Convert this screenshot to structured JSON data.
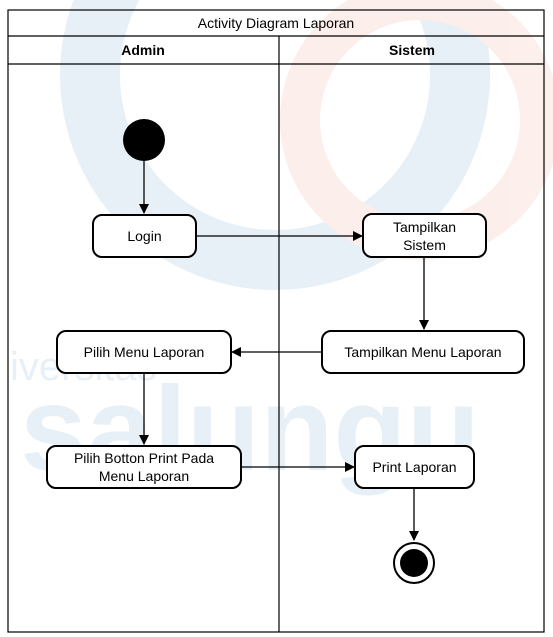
{
  "diagram": {
    "title": "Activity Diagram Laporan",
    "lanes": [
      {
        "id": "admin",
        "label": "Admin"
      },
      {
        "id": "sistem",
        "label": "Sistem"
      }
    ],
    "nodes": [
      {
        "id": "start",
        "kind": "initial",
        "lane": "admin"
      },
      {
        "id": "login",
        "kind": "action",
        "lane": "admin",
        "lines": [
          "Login"
        ]
      },
      {
        "id": "tampilkan-sistem",
        "kind": "action",
        "lane": "sistem",
        "lines": [
          "Tampilkan",
          "Sistem"
        ]
      },
      {
        "id": "tampilkan-menu-laporan",
        "kind": "action",
        "lane": "sistem",
        "lines": [
          "Tampilkan Menu Laporan"
        ]
      },
      {
        "id": "pilih-menu-laporan",
        "kind": "action",
        "lane": "admin",
        "lines": [
          "Pilih Menu Laporan"
        ]
      },
      {
        "id": "pilih-botton-print",
        "kind": "action",
        "lane": "admin",
        "lines": [
          "Pilih Botton Print Pada",
          "Menu Laporan"
        ]
      },
      {
        "id": "print-laporan",
        "kind": "action",
        "lane": "sistem",
        "lines": [
          "Print Laporan"
        ]
      },
      {
        "id": "end",
        "kind": "final",
        "lane": "sistem"
      }
    ],
    "edges": [
      {
        "from": "start",
        "to": "login"
      },
      {
        "from": "login",
        "to": "tampilkan-sistem"
      },
      {
        "from": "tampilkan-sistem",
        "to": "tampilkan-menu-laporan"
      },
      {
        "from": "tampilkan-menu-laporan",
        "to": "pilih-menu-laporan"
      },
      {
        "from": "pilih-menu-laporan",
        "to": "pilih-botton-print"
      },
      {
        "from": "pilih-botton-print",
        "to": "print-laporan"
      },
      {
        "from": "print-laporan",
        "to": "end"
      }
    ]
  },
  "watermark": {
    "text": "salungu",
    "faint_text": "iversitas",
    "color": "#1f6fb5",
    "accent": "#e8663a"
  },
  "colors": {
    "stroke": "#000000",
    "fill": "#ffffff",
    "node_dot": "#000000"
  }
}
